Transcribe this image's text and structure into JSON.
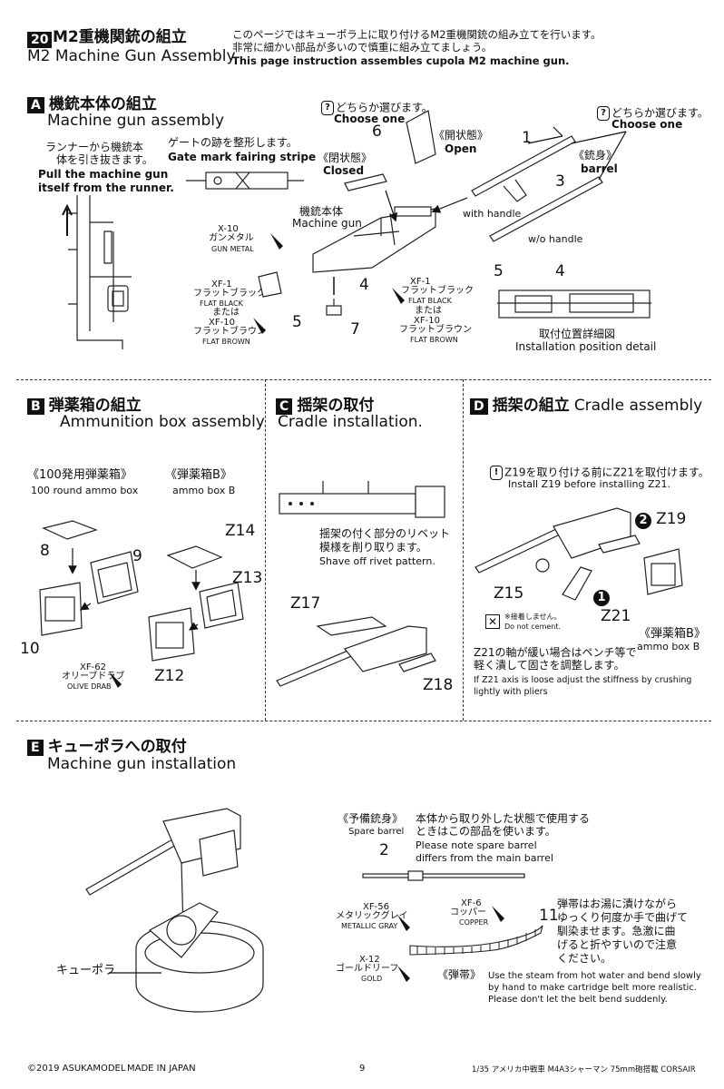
{
  "step": {
    "number": "20",
    "title_jp": "M2重機関銃の組立",
    "title_en": "M2 Machine Gun Assembly",
    "desc_jp_1": "このページではキューポラ上に取り付けるM2重機関銃の組み立てを行います。",
    "desc_jp_2": "非常に細かい部品が多いので慎重に組み立てましょう。",
    "desc_en": "This page instruction assembles cupola M2 machine gun."
  },
  "section_a": {
    "letter": "A",
    "title_jp": "機銃本体の組立",
    "title_en": "Machine gun assembly",
    "runner_jp_1": "ランナーから機銃本",
    "runner_jp_2": "体を引き抜きます。",
    "runner_en_1": "Pull the machine gun",
    "runner_en_2": "itself from the runner.",
    "gate_jp": "ゲートの跡を整形します。",
    "gate_en": "Gate mark fairing stripe",
    "choose_jp": "どちらか選びます。",
    "choose_en": "Choose one",
    "closed_jp": "《閉状態》",
    "closed_en": "Closed",
    "open_jp": "《開状態》",
    "open_en": "Open",
    "body_jp": "機銃本体",
    "body_en": "Machine gun",
    "barrel_jp": "《銃身》",
    "barrel_en": "barrel",
    "with_handle": "with handle",
    "wo_handle": "w/o handle",
    "choose2_jp": "どちらか選びます。",
    "choose2_en": "Choose one",
    "paint_x10_code": "X-10",
    "paint_x10_jp": "ガンメタル",
    "paint_x10_en": "GUN METAL",
    "paint_xf1_code": "XF-1",
    "paint_xf1_jp": "フラットブラック",
    "paint_xf1_en": "FLAT BLACK",
    "or_jp": "または",
    "paint_xf10_code": "XF-10",
    "paint_xf10_jp": "フラットブラウン",
    "paint_xf10_en": "FLAT BROWN",
    "detail_jp": "取付位置詳細図",
    "detail_en": "Installation position detail",
    "parts": [
      "6",
      "1",
      "3",
      "4",
      "5",
      "7",
      "5",
      "4"
    ]
  },
  "section_b": {
    "letter": "B",
    "title_jp": "弾薬箱の組立",
    "title_en": "Ammunition box assembly",
    "box100_jp": "《100発用弾薬箱》",
    "box100_en": "100 round ammo box",
    "boxb_jp": "《弾薬箱B》",
    "boxb_en": "ammo box B",
    "paint_code": "XF-62",
    "paint_jp": "オリーブドラブ",
    "paint_en": "OLIVE DRAB",
    "parts": [
      "8",
      "9",
      "10",
      "Z14",
      "Z13",
      "Z12"
    ]
  },
  "section_c": {
    "letter": "C",
    "title_jp": "揺架の取付",
    "title_en": "Cradle installation.",
    "note_jp_1": "揺架の付く部分のリベット",
    "note_jp_2": "模様を削り取ります。",
    "note_en": "Shave off rivet pattern.",
    "parts": [
      "Z17",
      "Z18"
    ]
  },
  "section_d": {
    "letter": "D",
    "title_jp": "揺架の組立",
    "title_en": "Cradle assembly",
    "note_jp": "Z19を取り付ける前にZ21を取付けます。",
    "note_en": "Install Z19 before installing Z21.",
    "no_cement_jp": "※接着しません。",
    "no_cement_en": "Do not cement.",
    "boxb_jp": "《弾薬箱B》",
    "boxb_en": "ammo box B",
    "loose_jp_1": "Z21の軸が緩い場合はペンチ等で",
    "loose_jp_2": "軽く潰して固さを調整します。",
    "loose_en_1": "If Z21 axis is loose adjust the stiffness by crushing",
    "loose_en_2": "lightly with pliers",
    "parts": [
      "Z19",
      "Z15",
      "Z21"
    ],
    "order": [
      "2",
      "1"
    ]
  },
  "section_e": {
    "letter": "E",
    "title_jp": "キューポラへの取付",
    "title_en": "Machine gun installation",
    "cupola_jp": "キューポラ",
    "spare_jp": "《予備銃身》",
    "spare_en": "Spare barrel",
    "spare_note_jp_1": "本体から取り外した状態で使用する",
    "spare_note_jp_2": "ときはこの部品を使います。",
    "spare_note_en_1": "Please note spare barrel",
    "spare_note_en_2": "differs from the main barrel",
    "paint_xf56_code": "XF-56",
    "paint_xf56_jp": "メタリックグレイ",
    "paint_xf56_en": "METALLIC GRAY",
    "paint_xf6_code": "XF-6",
    "paint_xf6_jp": "コッパー",
    "paint_xf6_en": "COPPER",
    "paint_x12_code": "X-12",
    "paint_x12_jp": "ゴールドリーフ",
    "paint_x12_en": "GOLD",
    "belt_jp": "《弾帯》",
    "belt_note_jp_1": "弾帯はお湯に漬けながら",
    "belt_note_jp_2": "ゆっくり何度か手で曲げて",
    "belt_note_jp_3": "馴染ませます。急激に曲",
    "belt_note_jp_4": "げると折やすいので注意",
    "belt_note_jp_5": "ください。",
    "belt_note_en_1": "Use the steam from hot water and bend slowly",
    "belt_note_en_2": "by hand to make cartridge belt more realistic.",
    "belt_note_en_3": "Please don't let the belt bend suddenly.",
    "parts": [
      "2",
      "11"
    ]
  },
  "footer": {
    "copyright": "©2019 ASUKAMODEL",
    "made_in": "MADE IN JAPAN",
    "page": "9",
    "product": "1/35 アメリカ中戦車 M4A3シャーマン 75mm砲搭載 CORSAIR"
  }
}
